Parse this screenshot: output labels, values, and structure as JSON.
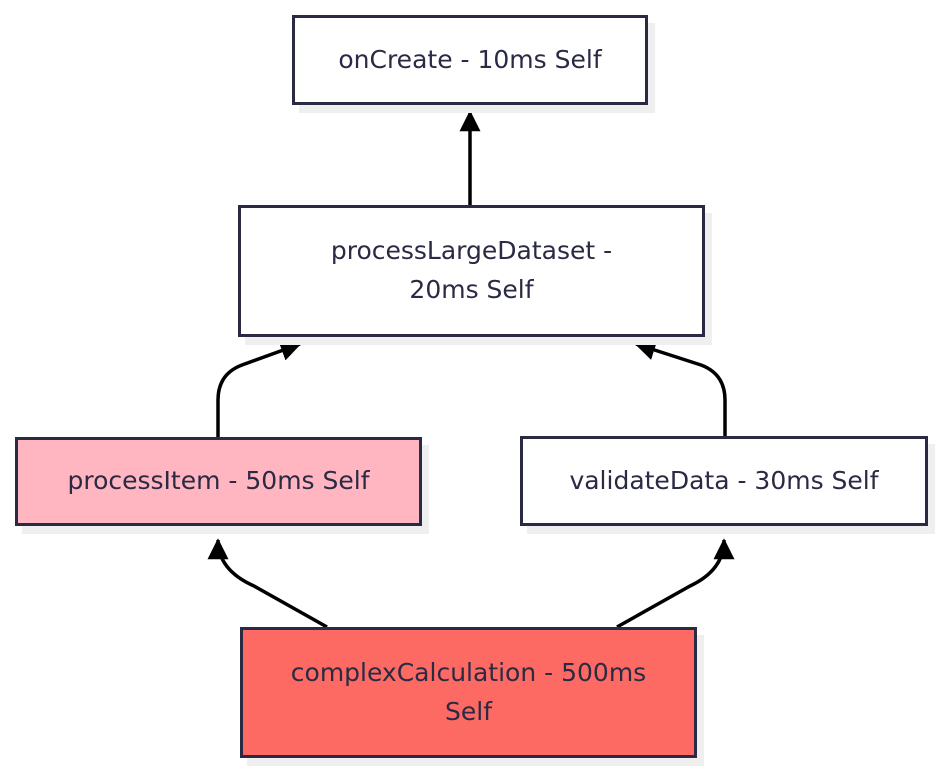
{
  "diagram": {
    "type": "flowchart-call-graph",
    "direction": "bottom-to-top",
    "nodes": [
      {
        "id": "onCreate",
        "label": "onCreate - 10ms Self",
        "fill": "#ffffff"
      },
      {
        "id": "processLargeDataset",
        "label": "processLargeDataset - 20ms Self",
        "fill": "#ffffff"
      },
      {
        "id": "processItem",
        "label": "processItem - 50ms Self",
        "fill": "#ffb6c1"
      },
      {
        "id": "validateData",
        "label": "validateData - 30ms Self",
        "fill": "#ffffff"
      },
      {
        "id": "complexCalculation",
        "label": "complexCalculation - 500ms Self",
        "fill": "#fc6a63"
      }
    ],
    "edges": [
      {
        "from": "processLargeDataset",
        "to": "onCreate"
      },
      {
        "from": "processItem",
        "to": "processLargeDataset"
      },
      {
        "from": "validateData",
        "to": "processLargeDataset"
      },
      {
        "from": "complexCalculation",
        "to": "processItem"
      },
      {
        "from": "complexCalculation",
        "to": "validateData"
      }
    ],
    "colors": {
      "background": "#ffffff",
      "node_border": "#2a2a44",
      "node_text": "#2a2a44",
      "node_default_fill": "#ffffff",
      "highlight_pink": "#ffb6c1",
      "highlight_red": "#fc6a63",
      "arrow": "#000000",
      "shadow": "#efefef"
    }
  }
}
